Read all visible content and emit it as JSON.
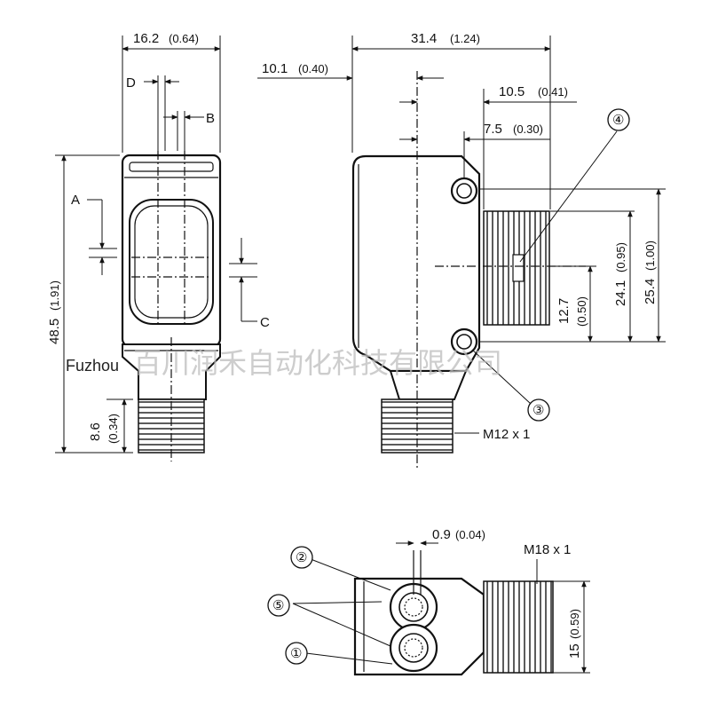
{
  "dimensions": {
    "width_top": "16.2",
    "width_top_in": "(0.64)",
    "label_d": "D",
    "label_b": "B",
    "label_a": "A",
    "label_c": "C",
    "height_total": "48.5",
    "height_total_in": "(1.91)",
    "thread_len": "8.6",
    "thread_len_in": "(0.34)",
    "depth_total": "31.4",
    "depth_total_in": "(1.24)",
    "offset_front": "10.1",
    "offset_front_in": "(0.40)",
    "offset_conn": "10.5",
    "offset_conn_in": "(0.41)",
    "offset_center": "7.5",
    "offset_center_in": "(0.30)",
    "height_conn": "24.1",
    "height_conn_in": "(0.95)",
    "height_holes": "25.4",
    "height_holes_in": "(1.00)",
    "height_half": "12.7",
    "height_half_in": "(0.50)",
    "thread_m12": "M12 x 1",
    "offset_small": "0.9",
    "offset_small_in": "(0.04)",
    "thread_m18": "M18 x 1",
    "width_m18": "15",
    "width_m18_in": "(0.59)"
  },
  "callouts": [
    "①",
    "②",
    "③",
    "④",
    "⑤"
  ],
  "watermark": {
    "latin": "Fuzhou",
    "cjk": "百川润禾自动化科技有限公司"
  },
  "colors": {
    "line": "#111111",
    "body_fill": "#ffffff",
    "watermark": "#bdbdbd"
  }
}
